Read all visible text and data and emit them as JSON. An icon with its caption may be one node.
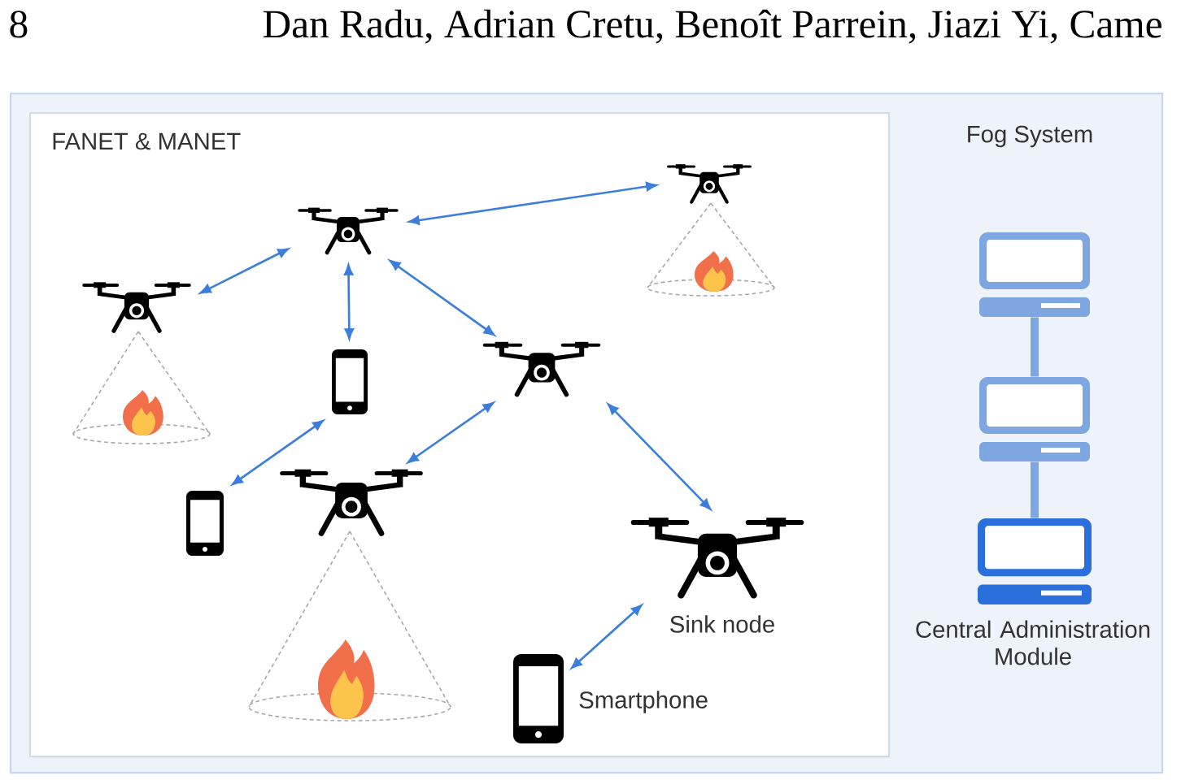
{
  "diagram": {
    "nodes": [
      {
        "text": [
          "Fog System"
        ]
      },
      {
        "text": [
          "FANET & MANET"
        ],
        "in": 0
      },
      {
        "text": [],
        "shape": "picture",
        "in": 1
      },
      {
        "text": [],
        "shape": "picture",
        "in": 1
      },
      {
        "text": [],
        "shape": "picture",
        "in": 1
      },
      {
        "text": [],
        "shape": "picture",
        "in": 1
      },
      {
        "text": [],
        "shape": "picture",
        "in": 1
      },
      {
        "text": [],
        "shape": "picture",
        "in": 1
      },
      {
        "text": [],
        "shape": "picture",
        "in": 1
      },
      {
        "text": [],
        "shape": "picture",
        "beside": [
          "Sink node"
        ],
        "in": 1
      },
      {
        "text": [],
        "shape": "picture",
        "beside": [
          "Smartphone"
        ],
        "in": 1
      },
      {
        "text": [],
        "shape": "picture",
        "in": 0
      },
      {
        "text": [],
        "shape": "picture",
        "in": 0
      },
      {
        "text": [],
        "shape": "picture",
        "beside": [
          "Central Administration Module"
        ],
        "in": 0
      }
    ],
    "edges": [
      {
        "from": 3,
        "to": 2,
        "arrow": "both"
      },
      {
        "from": 3,
        "to": 4,
        "arrow": "both"
      },
      {
        "from": 3,
        "to": 6,
        "arrow": "both"
      },
      {
        "from": 3,
        "to": 5,
        "arrow": "both"
      },
      {
        "from": 6,
        "to": 8,
        "arrow": "both"
      },
      {
        "from": 5,
        "to": 7,
        "arrow": "both"
      },
      {
        "from": 5,
        "to": 9,
        "arrow": "both"
      },
      {
        "from": 9,
        "to": 10,
        "arrow": "both"
      },
      {
        "from": 11,
        "to": 12,
        "arrow": "none",
        "style": "thick",
        "color": "#7ea7e2"
      },
      {
        "from": 12,
        "to": 13,
        "arrow": "none",
        "style": "thick",
        "color": "#7ea7e2"
      }
    ],
    "labels": [
      "8",
      "Dan Radu, Adrian Cretu, Benoît Parrein, Jiazi Yi, Came"
    ]
  }
}
